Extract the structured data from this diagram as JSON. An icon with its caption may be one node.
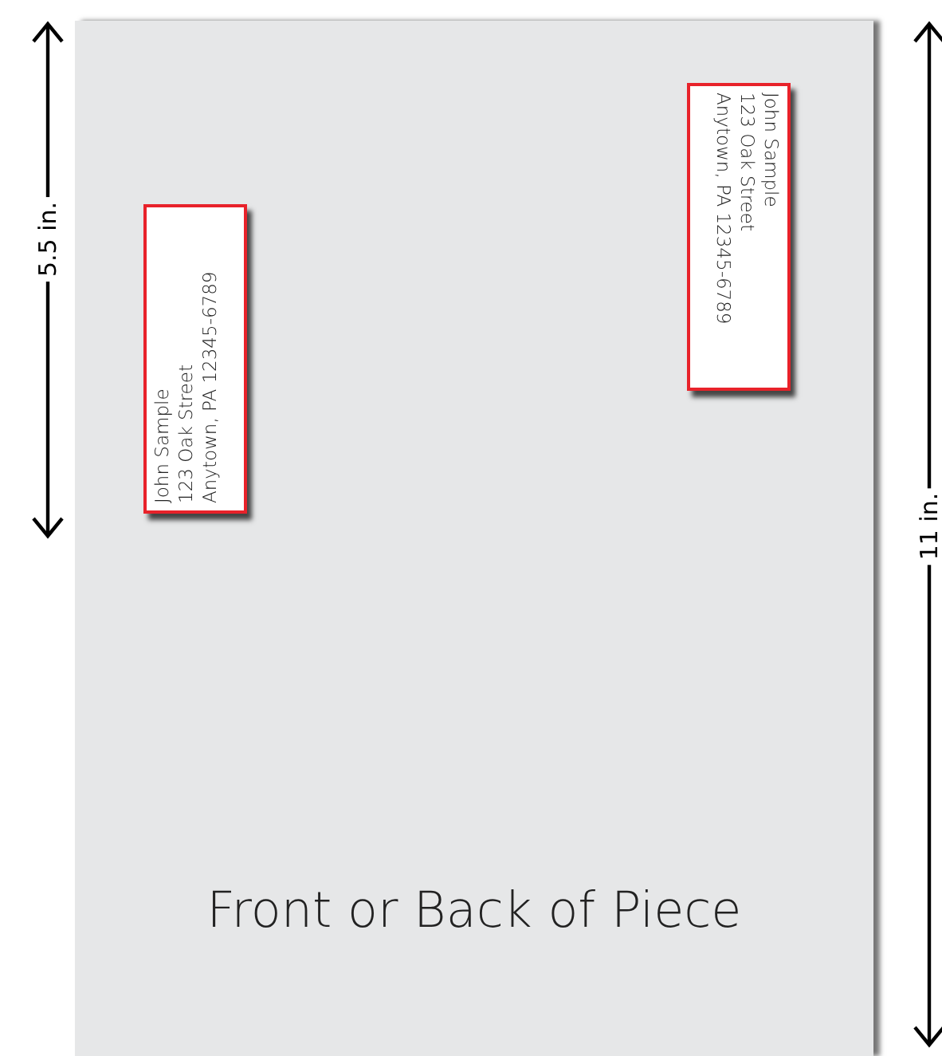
{
  "diagram": {
    "nodes": [
      {
        "text": [
          "Front or Back of Piece"
        ]
      },
      {
        "text": [
          "John Sample",
          "123 Oak Street",
          "Anytown, PA 12345-6789"
        ],
        "in": 0
      },
      {
        "text": [
          "John Sample",
          "123 Oak Street",
          "Anytown, PA 12345-6789"
        ],
        "in": 0
      }
    ],
    "labels": [
      "5.5 in.",
      "11 in."
    ]
  }
}
